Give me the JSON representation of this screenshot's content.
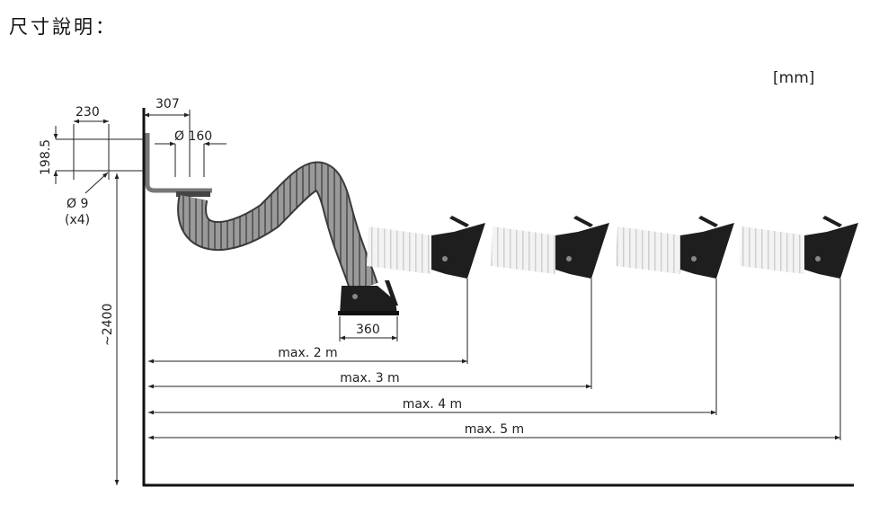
{
  "title": "尺寸說明：",
  "unit_label": "[mm]",
  "dimensions": {
    "mount_width": "230",
    "mount_height": "198.5",
    "hole_diameter": "Ø 9",
    "hole_count": "(x4)",
    "bracket_offset": "307",
    "duct_diameter": "Ø 160",
    "mount_height_total": "~2400",
    "hood_width": "360"
  },
  "reach_labels": [
    "max. 2 m",
    "max. 3 m",
    "max. 4 m",
    "max. 5 m"
  ],
  "colors": {
    "hose": "#8a8a8a",
    "hood": "#1e1e1e",
    "extended_hose": "#efefef",
    "line": "#222222"
  }
}
